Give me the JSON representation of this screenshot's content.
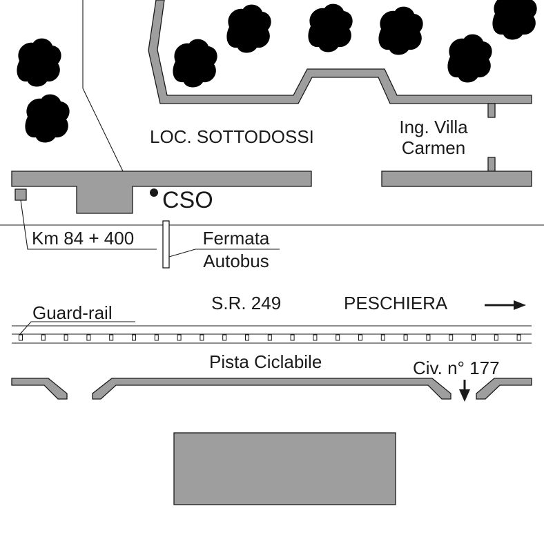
{
  "labels": {
    "locality": "LOC. SOTTODOSSI",
    "villa_line1": "Ing. Villa",
    "villa_line2": "Carmen",
    "cso": "CSO",
    "km": "Km 84 + 400",
    "bus_line1": "Fermata",
    "bus_line2": "Autobus",
    "road": "S.R. 249",
    "destination": "PESCHIERA",
    "guardrail": "Guard-rail",
    "bike_path": "Pista Ciclabile",
    "civic": "Civ. n° 177"
  },
  "icons": {
    "destination_arrow": "arrow-right-icon",
    "civic_arrow": "arrow-down-icon",
    "cso_marker": "dot-marker-icon",
    "tree": "tree-icon"
  },
  "colors": {
    "wall_fill": "#9e9e9e",
    "line": "#1a1a1a",
    "tree": "#3aaa35",
    "background": "#ffffff"
  }
}
